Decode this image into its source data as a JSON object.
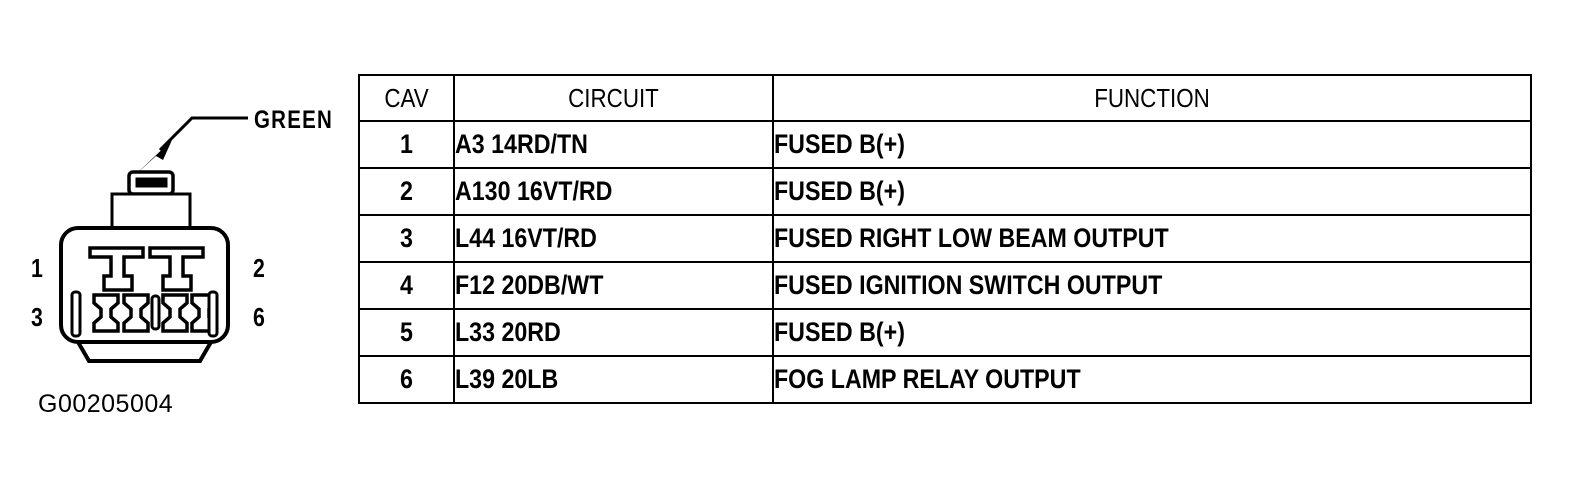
{
  "figure": {
    "callout_label": "GREEN",
    "caption": "G00205004",
    "pin_labels": {
      "top_left": "1",
      "bottom_left": "3",
      "top_right": "2",
      "bottom_right": "6"
    },
    "ink_color": "#000000",
    "background_color": "#ffffff"
  },
  "table": {
    "headers": [
      "CAV",
      "CIRCUIT",
      "FUNCTION"
    ],
    "rows": [
      {
        "cav": "1",
        "circuit": "A3 14RD/TN",
        "function": "FUSED B(+)"
      },
      {
        "cav": "2",
        "circuit": "A130 16VT/RD",
        "function": "FUSED B(+)"
      },
      {
        "cav": "3",
        "circuit": "L44 16VT/RD",
        "function": "FUSED RIGHT LOW BEAM OUTPUT"
      },
      {
        "cav": "4",
        "circuit": "F12 20DB/WT",
        "function": "FUSED IGNITION SWITCH OUTPUT"
      },
      {
        "cav": "5",
        "circuit": "L33 20RD",
        "function": "FUSED B(+)"
      },
      {
        "cav": "6",
        "circuit": "L39 20LB",
        "function": "FOG LAMP RELAY OUTPUT"
      }
    ]
  }
}
